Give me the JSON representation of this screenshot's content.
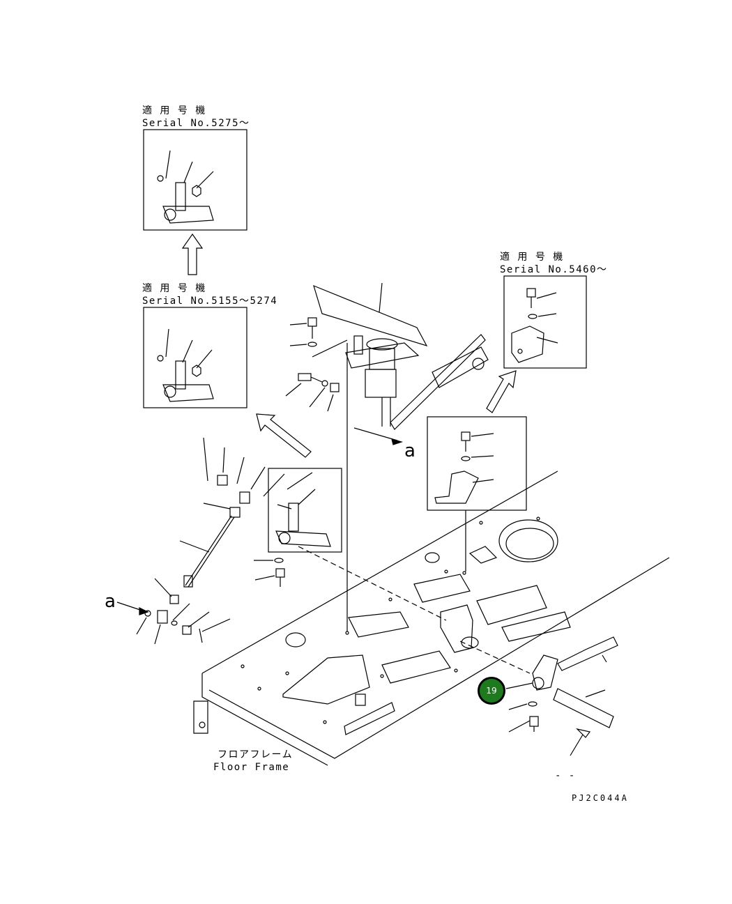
{
  "variant_boxes": [
    {
      "label_jp": "適 用 号 機",
      "label_en": "Serial No.5275～"
    },
    {
      "label_jp": "適 用 号 機",
      "label_en": "Serial No.5155～5274"
    },
    {
      "label_jp": "適 用 号 機",
      "label_en": "Serial No.5460～"
    }
  ],
  "view_markers": {
    "a_left": "a",
    "a_right": "a"
  },
  "floor_frame": {
    "label_jp": "フロアフレーム",
    "label_en": "Floor Frame"
  },
  "callout": {
    "number": "19",
    "color": "#1f7a1f"
  },
  "drawing_code": "PJ2C044A",
  "stray_mark": "- -",
  "line_color": "#000000"
}
